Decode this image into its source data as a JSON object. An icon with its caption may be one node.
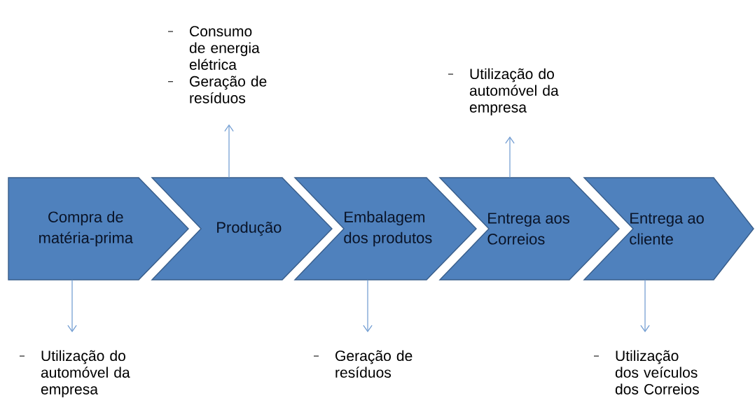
{
  "diagram": {
    "nodes": [
      {
        "text": [
          "Consumo de energia elétrica",
          "Geração de resíduos"
        ]
      },
      {
        "text": [
          "Utilização do automóvel da empresa"
        ]
      },
      {
        "text": [
          "Compra de matéria-prima"
        ]
      },
      {
        "text": [
          "Produção"
        ]
      },
      {
        "text": [
          "Embalagem dos produtos"
        ]
      },
      {
        "text": [
          "Entrega aos Correios"
        ]
      },
      {
        "text": [
          "Entrega ao cliente"
        ]
      },
      {
        "text": [
          "Utilização do automóvel da empresa"
        ]
      },
      {
        "text": [
          "Geração de resíduos"
        ]
      },
      {
        "text": [
          "Utilização dos veículos dos Correios"
        ]
      }
    ],
    "edges": [
      {
        "from": 2,
        "to": 7,
        "arrow": "to"
      },
      {
        "from": 3,
        "to": 0,
        "arrow": "to"
      },
      {
        "from": 4,
        "to": 8,
        "arrow": "to"
      },
      {
        "from": 5,
        "to": 1,
        "arrow": "to"
      },
      {
        "from": 6,
        "to": 9,
        "arrow": "to"
      }
    ]
  }
}
